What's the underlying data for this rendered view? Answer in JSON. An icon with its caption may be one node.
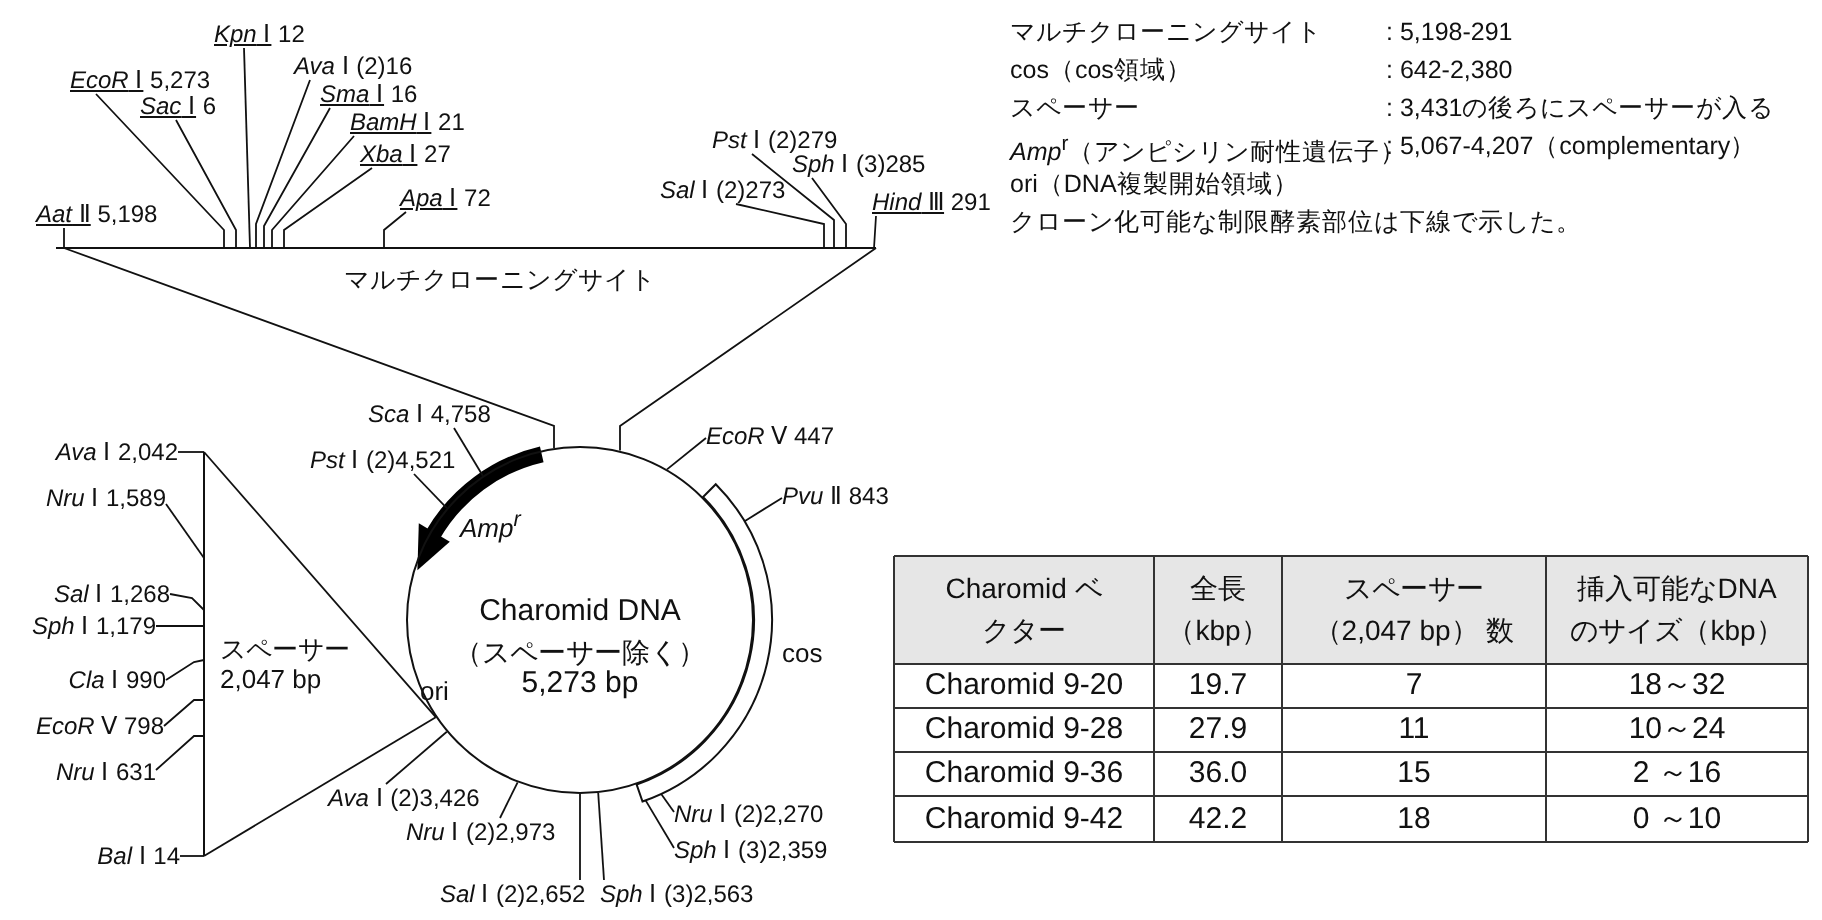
{
  "diagram": {
    "nodes": [
      {
        "text": [
          "*Aat* Ⅱ 5,198"
        ]
      },
      {
        "text": [
          "*EcoR* Ⅰ 5,273"
        ]
      },
      {
        "text": [
          "*Sac* Ⅰ 6"
        ]
      },
      {
        "text": [
          "*Kpn* Ⅰ 12"
        ]
      },
      {
        "text": [
          "*Ava* Ⅰ (2)16"
        ]
      },
      {
        "text": [
          "*Sma* Ⅰ 16"
        ]
      },
      {
        "text": [
          "*BamH* Ⅰ 21"
        ]
      },
      {
        "text": [
          "*Xba* Ⅰ 27"
        ]
      },
      {
        "text": [
          "*Apa* Ⅰ 72"
        ]
      },
      {
        "text": [
          "*Sal* Ⅰ (2)273"
        ]
      },
      {
        "text": [
          "*Pst* Ⅰ (2)279"
        ]
      },
      {
        "text": [
          "*Sph* Ⅰ (3)285"
        ]
      },
      {
        "text": [
          "*Hind* Ⅲ 291"
        ]
      },
      {
        "text": [
          "Charomid DNA",
          "（スペーサー除く）",
          "5,273 bp"
        ]
      },
      {
        "text": [
          "*Sca* Ⅰ 4,758"
        ]
      },
      {
        "text": [
          "*Pst* Ⅰ (2)4,521"
        ]
      },
      {
        "text": [
          "*EcoR* Ⅴ 447"
        ]
      },
      {
        "text": [
          "*Pvu* Ⅱ 843"
        ]
      },
      {
        "text": [
          "*Nru* Ⅰ (2)2,270"
        ]
      },
      {
        "text": [
          "*Sph* Ⅰ (3)2,359"
        ]
      },
      {
        "text": [
          "*Sal* Ⅰ (2)2,652"
        ]
      },
      {
        "text": [
          "*Sph* Ⅰ (3)2,563"
        ]
      },
      {
        "text": [
          "*Nru* Ⅰ (2)2,973"
        ]
      },
      {
        "text": [
          "*Ava* Ⅰ (2)3,426"
        ]
      },
      {
        "text": [
          "*Ava* Ⅰ 2,042"
        ]
      },
      {
        "text": [
          "*Nru* Ⅰ 1,589"
        ]
      },
      {
        "text": [
          "*Sal* Ⅰ 1,268"
        ]
      },
      {
        "text": [
          "*Sph* Ⅰ 1,179"
        ]
      },
      {
        "text": [
          "*Cla* Ⅰ 990"
        ]
      },
      {
        "text": [
          "*EcoR* Ⅴ 798"
        ]
      },
      {
        "text": [
          "*Nru* Ⅰ 631"
        ]
      },
      {
        "text": [
          "*Bal* Ⅰ 14"
        ]
      },
      {
        "text": [],
        "shape": "arc",
        "beside": [
          "cos"
        ]
      },
      {
        "text": [],
        "shape": "bar",
        "beside": [
          "マルチクローニングサイト"
        ]
      },
      {
        "text": [],
        "shape": "bar",
        "beside": [
          "スペーサー 2,047 bp"
        ]
      }
    ],
    "edges": [
      {
        "from": 0,
        "to": 33,
        "arrow": "none"
      },
      {
        "from": 1,
        "to": 33,
        "arrow": "none"
      },
      {
        "from": 2,
        "to": 33,
        "arrow": "none"
      },
      {
        "from": 3,
        "to": 33,
        "arrow": "none"
      },
      {
        "from": 4,
        "to": 33,
        "arrow": "none"
      },
      {
        "from": 5,
        "to": 33,
        "arrow": "none"
      },
      {
        "from": 6,
        "to": 33,
        "arrow": "none"
      },
      {
        "from": 7,
        "to": 33,
        "arrow": "none"
      },
      {
        "from": 8,
        "to": 33,
        "arrow": "none"
      },
      {
        "from": 9,
        "to": 33,
        "arrow": "none"
      },
      {
        "from": 10,
        "to": 33,
        "arrow": "none"
      },
      {
        "from": 11,
        "to": 33,
        "arrow": "none"
      },
      {
        "from": 12,
        "to": 33,
        "arrow": "none"
      },
      {
        "from": 14,
        "to": 13,
        "arrow": "none"
      },
      {
        "from": 15,
        "to": 13,
        "arrow": "none"
      },
      {
        "from": 16,
        "to": 13,
        "arrow": "none"
      },
      {
        "from": 17,
        "to": 32,
        "arrow": "none"
      },
      {
        "from": 18,
        "to": 32,
        "arrow": "none"
      },
      {
        "from": 19,
        "to": 32,
        "arrow": "none"
      },
      {
        "from": 20,
        "to": 13,
        "arrow": "none"
      },
      {
        "from": 21,
        "to": 13,
        "arrow": "none"
      },
      {
        "from": 22,
        "to": 13,
        "arrow": "none"
      },
      {
        "from": 23,
        "to": 13,
        "arrow": "none"
      },
      {
        "from": 24,
        "to": 34,
        "arrow": "none"
      },
      {
        "from": 25,
        "to": 34,
        "arrow": "none"
      },
      {
        "from": 26,
        "to": 34,
        "arrow": "none"
      },
      {
        "from": 27,
        "to": 34,
        "arrow": "none"
      },
      {
        "from": 28,
        "to": 34,
        "arrow": "none"
      },
      {
        "from": 29,
        "to": 34,
        "arrow": "none"
      },
      {
        "from": 30,
        "to": 34,
        "arrow": "none"
      },
      {
        "from": 31,
        "to": 34,
        "arrow": "none"
      },
      {
        "from": 33,
        "to": 13,
        "arrow": "none"
      },
      {
        "from": 33,
        "to": 13,
        "arrow": "none"
      },
      {
        "from": 34,
        "to": 13,
        "arrow": "none"
      },
      {
        "from": 34,
        "to": 13,
        "arrow": "none"
      }
    ],
    "labels": [
      "マルチクローニングサイト",
      ": 5,198-291",
      "cos（cos領域）",
      ": 642-2,380",
      "スペーサー",
      ": 3,431の後ろにスペーサーが入る",
      "*Amp*$^{r}$（アンピシリン耐性遺伝子）",
      ": 5,067-4,207（complementary）",
      "ori（DNA複製開始領域）",
      "クローン化可能な制限酵素部位は下線で示した。",
      "Amp$^{r}$",
      "ori",
      "Charomid ベクター",
      "全長（kbp）",
      "スペーサー（2,047 bp） 数",
      "挿入可能なDNAのサイズ（kbp）",
      "Charomid 9-20",
      "19.7",
      "7",
      "18～32",
      "Charomid 9-28",
      "27.9",
      "11",
      "10～24",
      "Charomid 9-36",
      "36.0",
      "15",
      "2 ～16",
      "Charomid 9-42",
      "42.2",
      "18",
      "0 ～10"
    ]
  }
}
